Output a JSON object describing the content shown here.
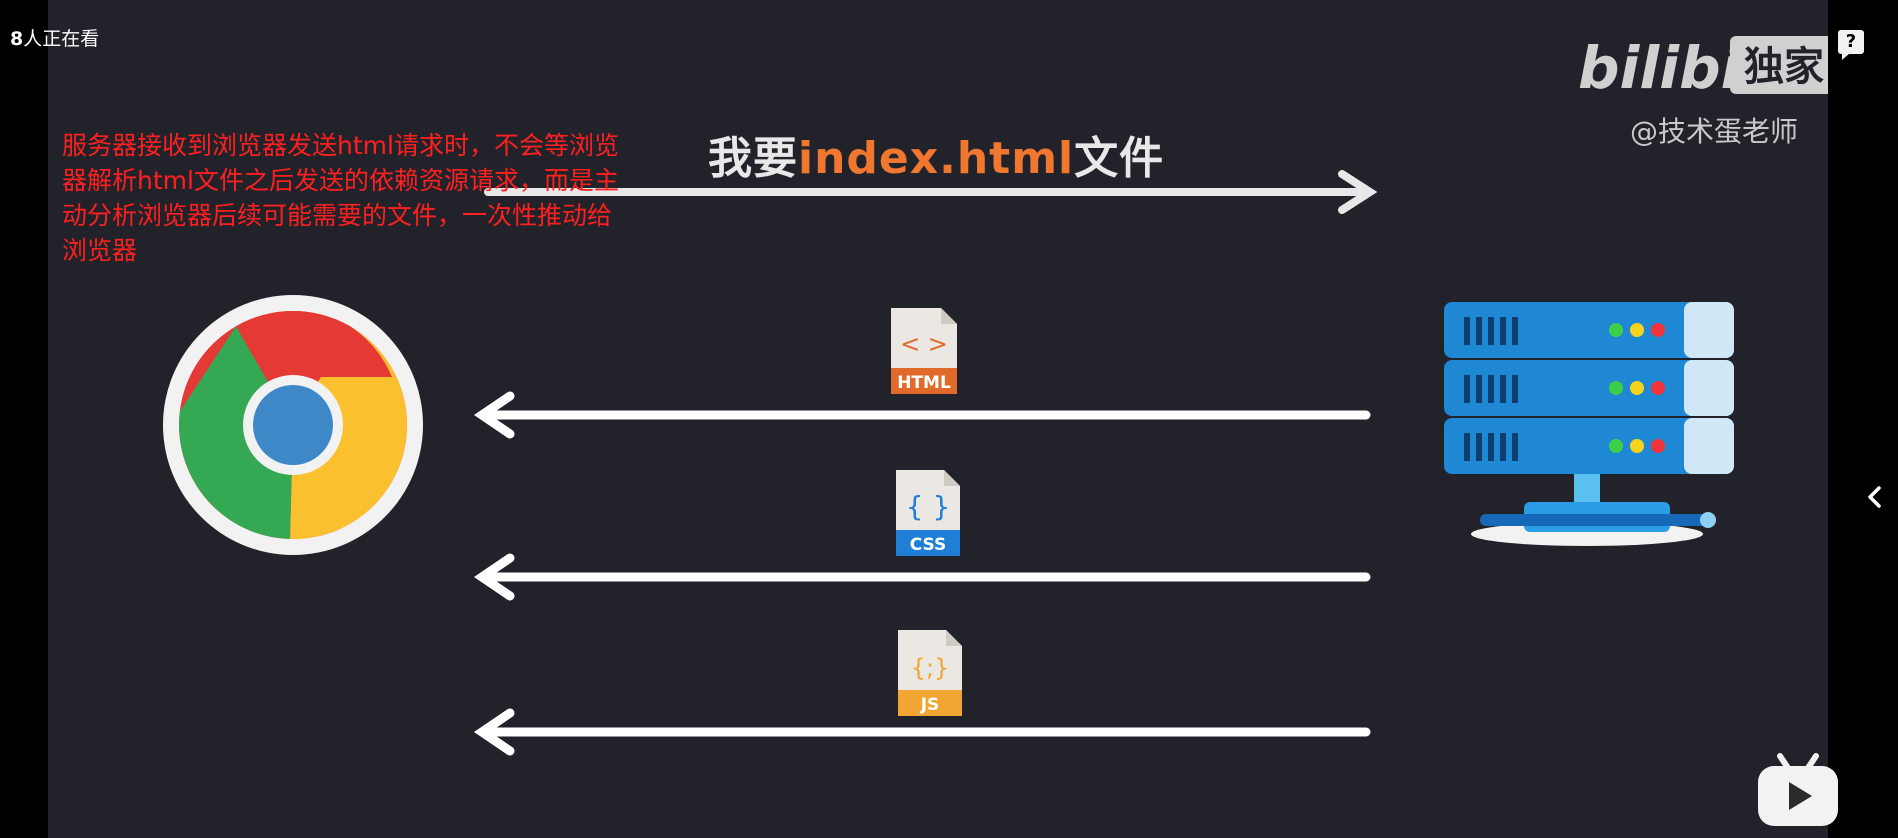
{
  "overlay": {
    "viewer_count_number": "8",
    "viewer_count_suffix": "人正在看"
  },
  "video": {
    "watermark": "@技术蛋老师",
    "logo": {
      "brand": "bilibili",
      "badge": "独家"
    },
    "request_label": {
      "prefix": "我要",
      "highlight": "index.html",
      "suffix": "文件"
    },
    "subtitle": "服务器接收到浏览器发送html请求时，不会等浏览器解析html文件之后发送的依赖资源请求，而是主动分析浏览器后续可能需要的文件，一次性推动给浏览器",
    "files": [
      {
        "label": "HTML",
        "glyph": "< >"
      },
      {
        "label": "CSS",
        "glyph": "{ }"
      },
      {
        "label": "JS",
        "glyph": "{;}"
      }
    ]
  },
  "colors": {
    "subtitle": "#ff1f1f",
    "highlight": "#f0772f",
    "html_badge": "#e06a2a",
    "css_badge": "#1f7fd6",
    "js_badge": "#f1a532",
    "server_blue": "#1e88d4",
    "background": "#22232a"
  },
  "icons": [
    "help-icon",
    "chevron-left-icon",
    "chrome-logo-icon",
    "server-icon",
    "html-file-icon",
    "css-file-icon",
    "js-file-icon",
    "tv-play-icon"
  ]
}
